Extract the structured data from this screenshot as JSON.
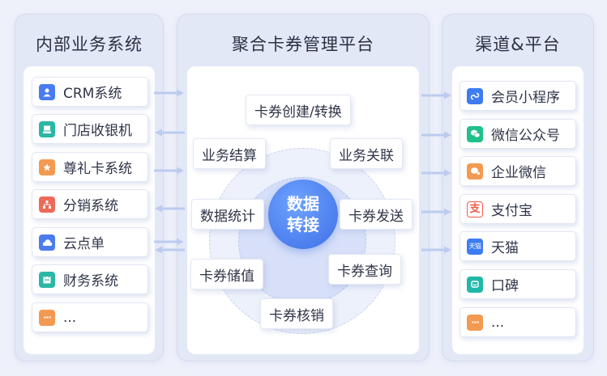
{
  "left": {
    "title": "内部业务系统",
    "items": [
      {
        "label": "CRM系统",
        "icon": "user-icon",
        "color": "#4a7cf0"
      },
      {
        "label": "门店收银机",
        "icon": "cashier-icon",
        "color": "#2bb7a6"
      },
      {
        "label": "尊礼卡系统",
        "icon": "star-card-icon",
        "color": "#f39a52"
      },
      {
        "label": "分销系统",
        "icon": "hierarchy-icon",
        "color": "#ee6a58"
      },
      {
        "label": "云点单",
        "icon": "cloud-icon",
        "color": "#4a7cf0"
      },
      {
        "label": "财务系统",
        "icon": "ledger-icon",
        "color": "#2bb7a6"
      },
      {
        "label": "...",
        "icon": "more-icon",
        "color": "#f39a52"
      }
    ]
  },
  "center": {
    "title": "聚合卡券管理平台",
    "hub": [
      "数据",
      "转接"
    ],
    "chips": {
      "create": "卡券创建/转换",
      "settle": "业务结算",
      "relate": "业务关联",
      "stats": "数据统计",
      "send": "卡券发送",
      "store": "卡券储值",
      "query": "卡券查询",
      "verify": "卡券核销"
    }
  },
  "right": {
    "title": "渠道&平台",
    "items": [
      {
        "label": "会员小程序",
        "icon": "mini-program-icon",
        "color": "#3d7cf2"
      },
      {
        "label": "微信公众号",
        "icon": "wechat-icon",
        "color": "#20c08a"
      },
      {
        "label": "企业微信",
        "icon": "wecom-icon",
        "color": "#f39a52"
      },
      {
        "label": "支付宝",
        "icon": "alipay-icon",
        "color": "#f05a4a"
      },
      {
        "label": "天猫",
        "icon": "tmall-icon",
        "color": "#3d7cf2"
      },
      {
        "label": "口碑",
        "icon": "koubei-icon",
        "color": "#20b8a8"
      },
      {
        "label": "...",
        "icon": "more-icon",
        "color": "#f39a52"
      }
    ]
  },
  "icon_glyphs": {
    "tmall": "天猫"
  }
}
